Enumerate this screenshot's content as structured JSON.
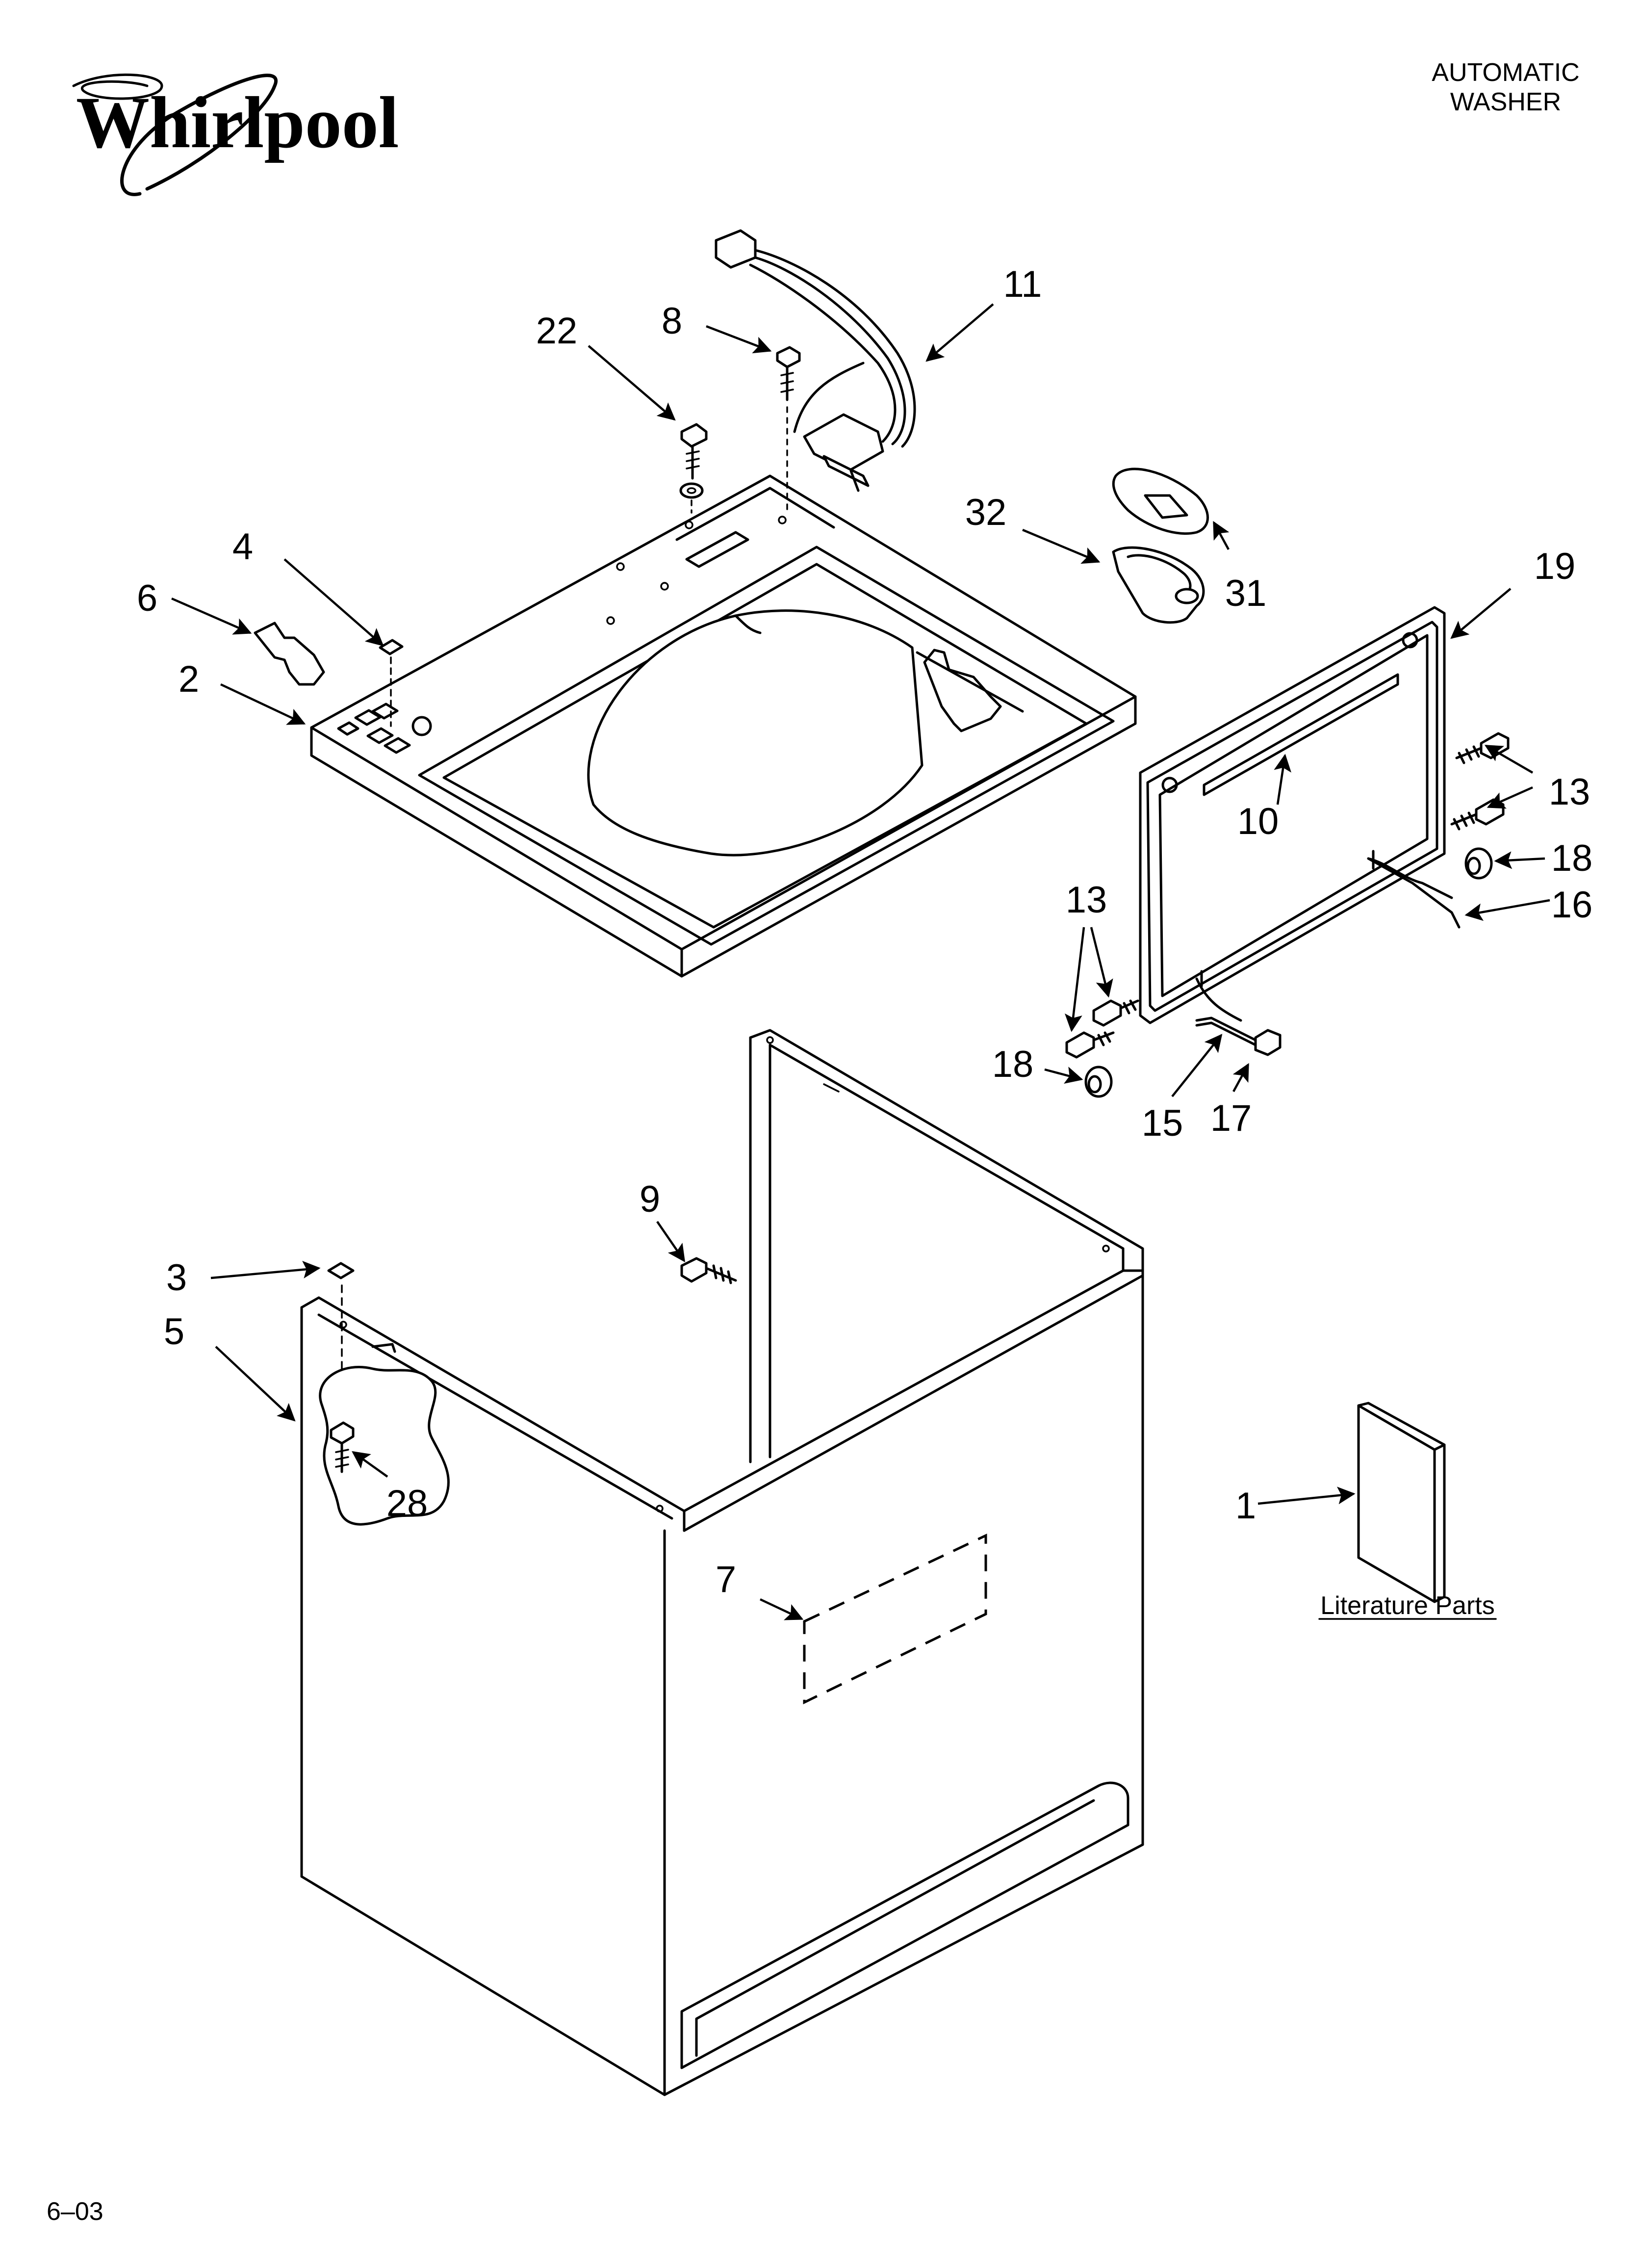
{
  "header": {
    "brand": "Whirlpool",
    "product_line1": "AUTOMATIC",
    "product_line2": "WASHER"
  },
  "footer": {
    "date_code": "6–03"
  },
  "literature": {
    "label": "Literature Parts"
  },
  "callouts": {
    "c1": "1",
    "c2": "2",
    "c3": "3",
    "c4": "4",
    "c5": "5",
    "c6": "6",
    "c7": "7",
    "c8": "8",
    "c9": "9",
    "c10": "10",
    "c11": "11",
    "c13a": "13",
    "c13b": "13",
    "c15": "15",
    "c16": "16",
    "c17": "17",
    "c18a": "18",
    "c18b": "18",
    "c19": "19",
    "c22": "22",
    "c28": "28",
    "c31": "31",
    "c32": "32"
  }
}
